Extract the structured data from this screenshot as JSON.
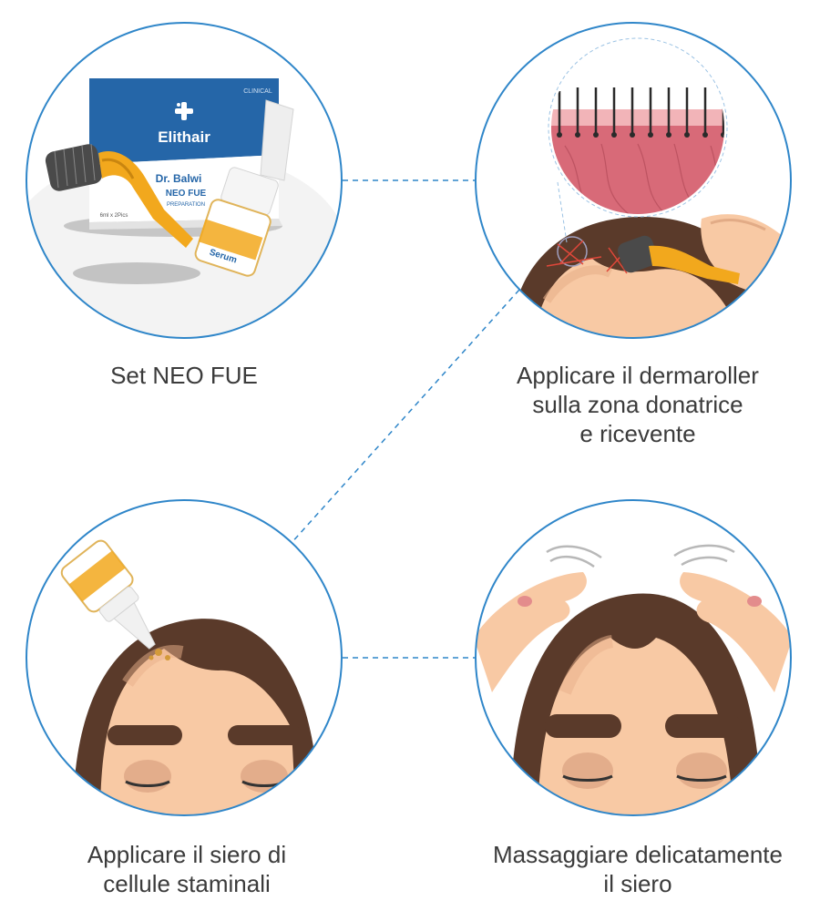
{
  "steps": [
    {
      "caption_lines": [
        "Set NEO FUE"
      ]
    },
    {
      "caption_lines": [
        "Applicare il dermaroller",
        "sulla zona donatrice",
        "e ricevente"
      ]
    },
    {
      "caption_lines": [
        "Applicare il siero di",
        "cellule staminali"
      ]
    },
    {
      "caption_lines": [
        "Massaggiare delicatamente",
        "il siero"
      ]
    }
  ],
  "product": {
    "brand": "Elithair",
    "tag": "CLINICAL",
    "doctor": "Dr. Balwi",
    "line1": "NEO FUE",
    "line2": "PREPARATION",
    "qty": "6ml x 2Pics",
    "serum_label": "Serum"
  },
  "colors": {
    "circle_border": "#2f86c9",
    "brand_blue": "#2566a8",
    "roller_gold": "#f2a81d",
    "hair_brown": "#5a3a2a",
    "skin": "#f8c9a4",
    "scalp_pink": "#d86a78"
  }
}
